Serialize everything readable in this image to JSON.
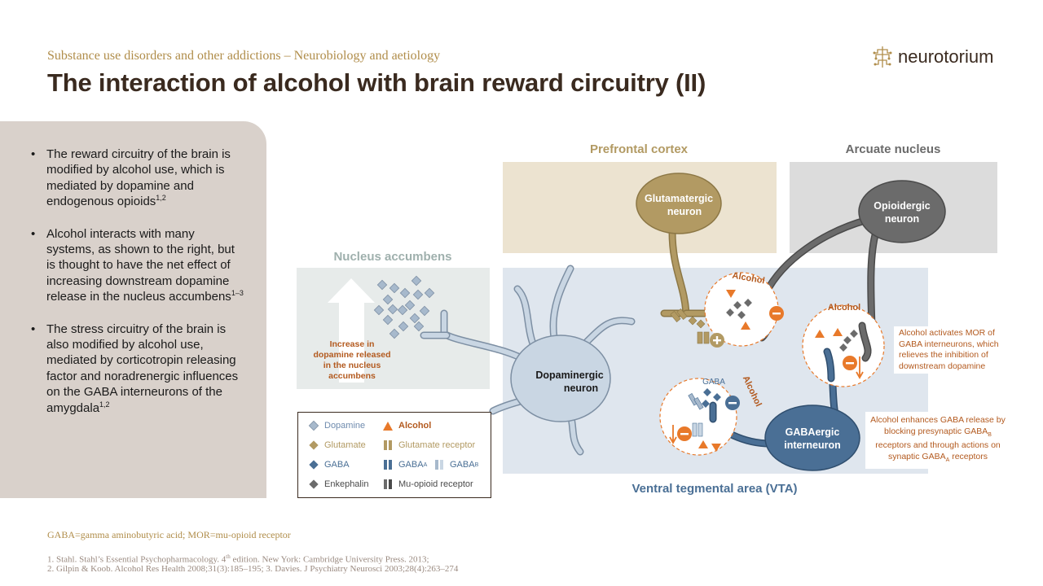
{
  "header": {
    "subtitle": "Substance use disorders and other addictions – Neurobiology and aetiology",
    "title": "The interaction of alcohol with brain reward circuitry (II)",
    "logo_text": "neurotorium"
  },
  "bullets": [
    {
      "text": "The reward circuitry of the brain is modified by alcohol use, which is mediated by dopamine and endogenous opioids",
      "refs": "1,2"
    },
    {
      "text": "Alcohol interacts with many systems, as shown to the right, but is thought to have the net effect of increasing downstream dopamine release in the nucleus accumbens",
      "refs": "1–3"
    },
    {
      "text": "The stress circuitry of the brain is also modified by alcohol use, mediated by corticotropin releasing factor and noradrenergic influences on the GABA interneurons  of the amygdala",
      "refs": "1,2"
    }
  ],
  "diagram": {
    "regions": {
      "prefrontal": "Prefrontal cortex",
      "arcuate": "Arcuate nucleus",
      "accumbens": "Nucleus accumbens",
      "vta": "Ventral tegmental area (VTA)"
    },
    "neurons": {
      "glutamatergic": [
        "Glutamatergic",
        "neuron"
      ],
      "opioidergic": [
        "Opioidergic",
        "neuron"
      ],
      "dopaminergic": [
        "Dopaminergic",
        "neuron"
      ],
      "gabaergic": [
        "GABAergic",
        "interneuron"
      ]
    },
    "increase_label": [
      "Increase in",
      "dopamine released",
      "in the nucleus",
      "accumbens"
    ],
    "alcohol_tag": "Alcohol",
    "gaba_tag": "GABA",
    "notes": {
      "mor": "Alcohol activates MOR of GABA interneurons, which relieves the inhibition of downstream dopamine",
      "gaba_prefix": "Alcohol enhances GABA release by blocking presynaptic GABA",
      "gaba_sub1": "B",
      "gaba_mid": " receptors and through actions on synaptic GABA",
      "gaba_sub2": "A",
      "gaba_suffix": " receptors"
    },
    "colors": {
      "dopamine": "#a7b9cc",
      "glutamate": "#b29a63",
      "gaba": "#4a6f95",
      "enkephalin": "#6b6b6b",
      "alcohol": "#e8792a",
      "pfc_bg": "#ece3d0",
      "arcuate_bg": "#dcdcdc",
      "vta_bg": "#dfe6ee",
      "nac_bg": "#e7ebea"
    }
  },
  "legend": {
    "dopamine": "Dopamine",
    "alcohol": "Alcohol",
    "glutamate": "Glutamate",
    "glutamate_receptor": "Glutamate receptor",
    "gaba": "GABA",
    "gaba_a_prefix": "GABA",
    "gaba_a_sub": "A",
    "gaba_b_prefix": "GABA",
    "gaba_b_sub": "B",
    "enkephalin": "Enkephalin",
    "mu_opioid": "Mu-opioid receptor"
  },
  "footer": {
    "abbrev": "GABA=gamma aminobutyric acid; MOR=mu-opioid receptor",
    "ref1_a": "1. Stahl. Stahl’s Essential Psychopharmacology. 4",
    "ref1_sup": "th",
    "ref1_b": " edition. New York: Cambridge University Press. 2013;",
    "ref2": "2. Gilpin & Koob. Alcohol Res Health 2008;31(3):185–195; 3. Davies. J Psychiatry Neurosci 2003;28(4):263–274"
  }
}
